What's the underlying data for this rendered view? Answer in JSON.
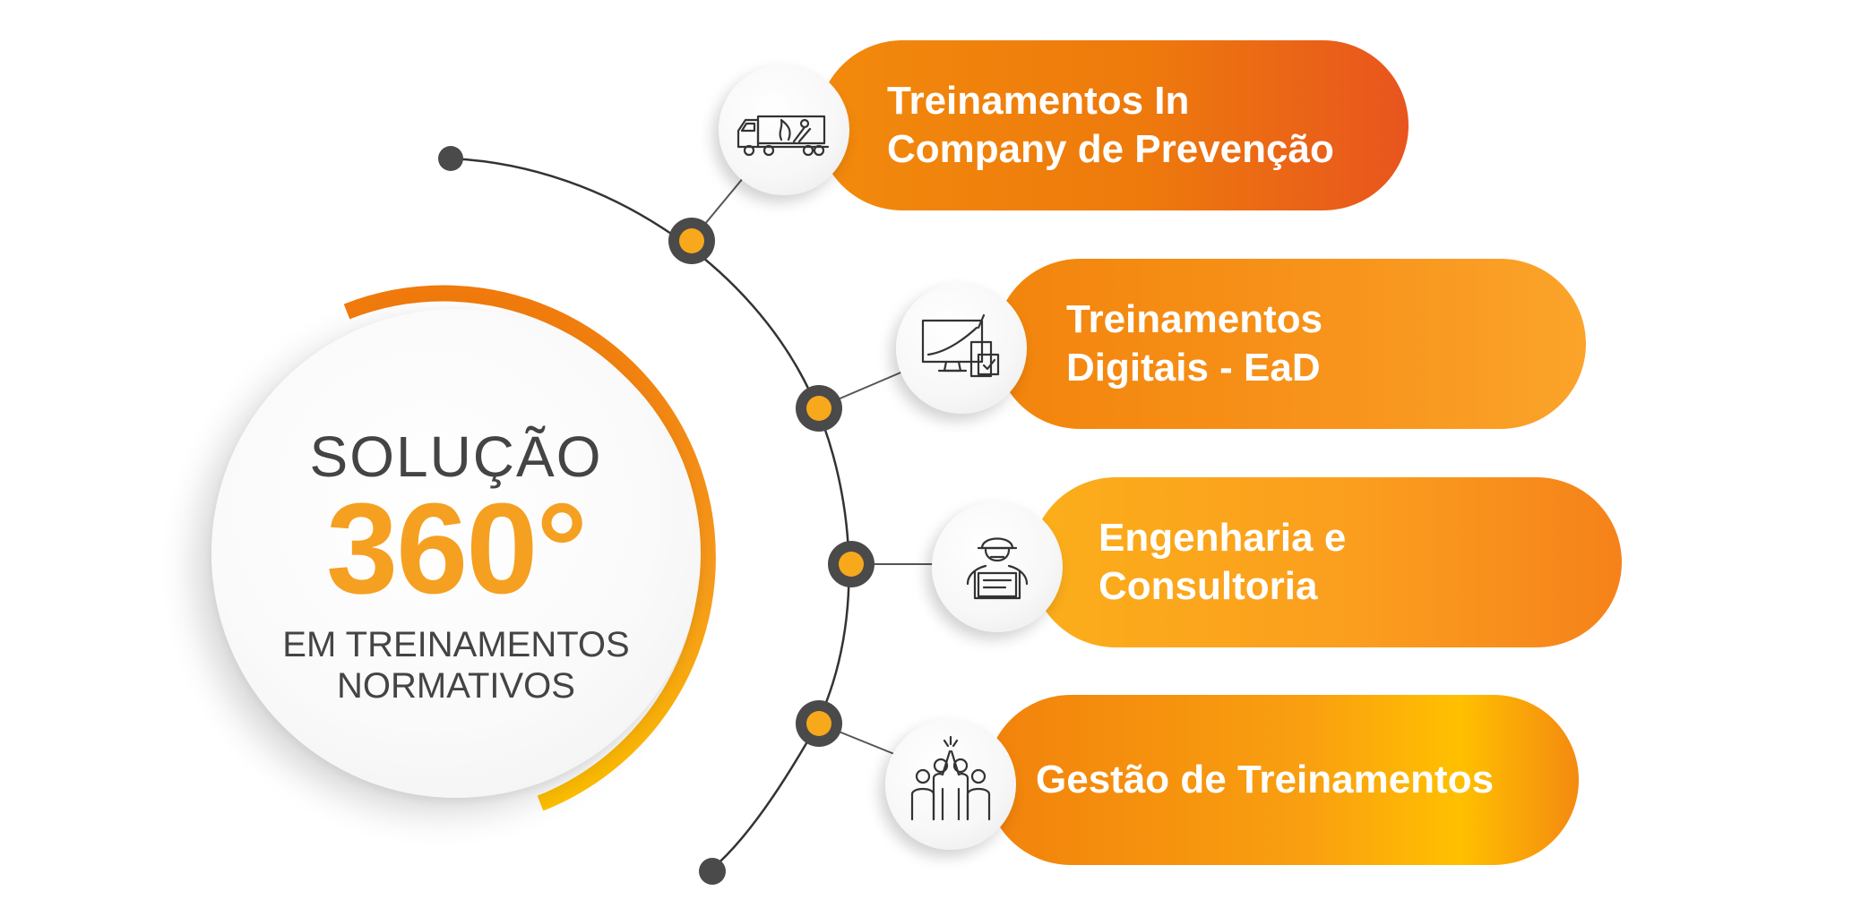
{
  "hub": {
    "title": "SOLUÇÃO",
    "headline": "360°",
    "subtitle_line1": "EM TREINAMENTOS",
    "subtitle_line2": "NORMATIVOS"
  },
  "services": [
    {
      "line1": "Treinamentos In",
      "line2": "Company de Prevenção",
      "icon": "fire-truck-icon"
    },
    {
      "line1": "Treinamentos",
      "line2": "Digitais - EaD",
      "icon": "devices-icon"
    },
    {
      "line1": "Engenharia e",
      "line2": "Consultoria",
      "icon": "engineer-icon"
    },
    {
      "line1": "Gestão de Treinamentos",
      "line2": "",
      "icon": "team-icon"
    }
  ],
  "colors": {
    "orange": "#f28a0c",
    "deep_orange": "#e8551e",
    "yellow": "#ffc000",
    "text_dark": "#444444",
    "node_dark": "#4a4a4a"
  }
}
